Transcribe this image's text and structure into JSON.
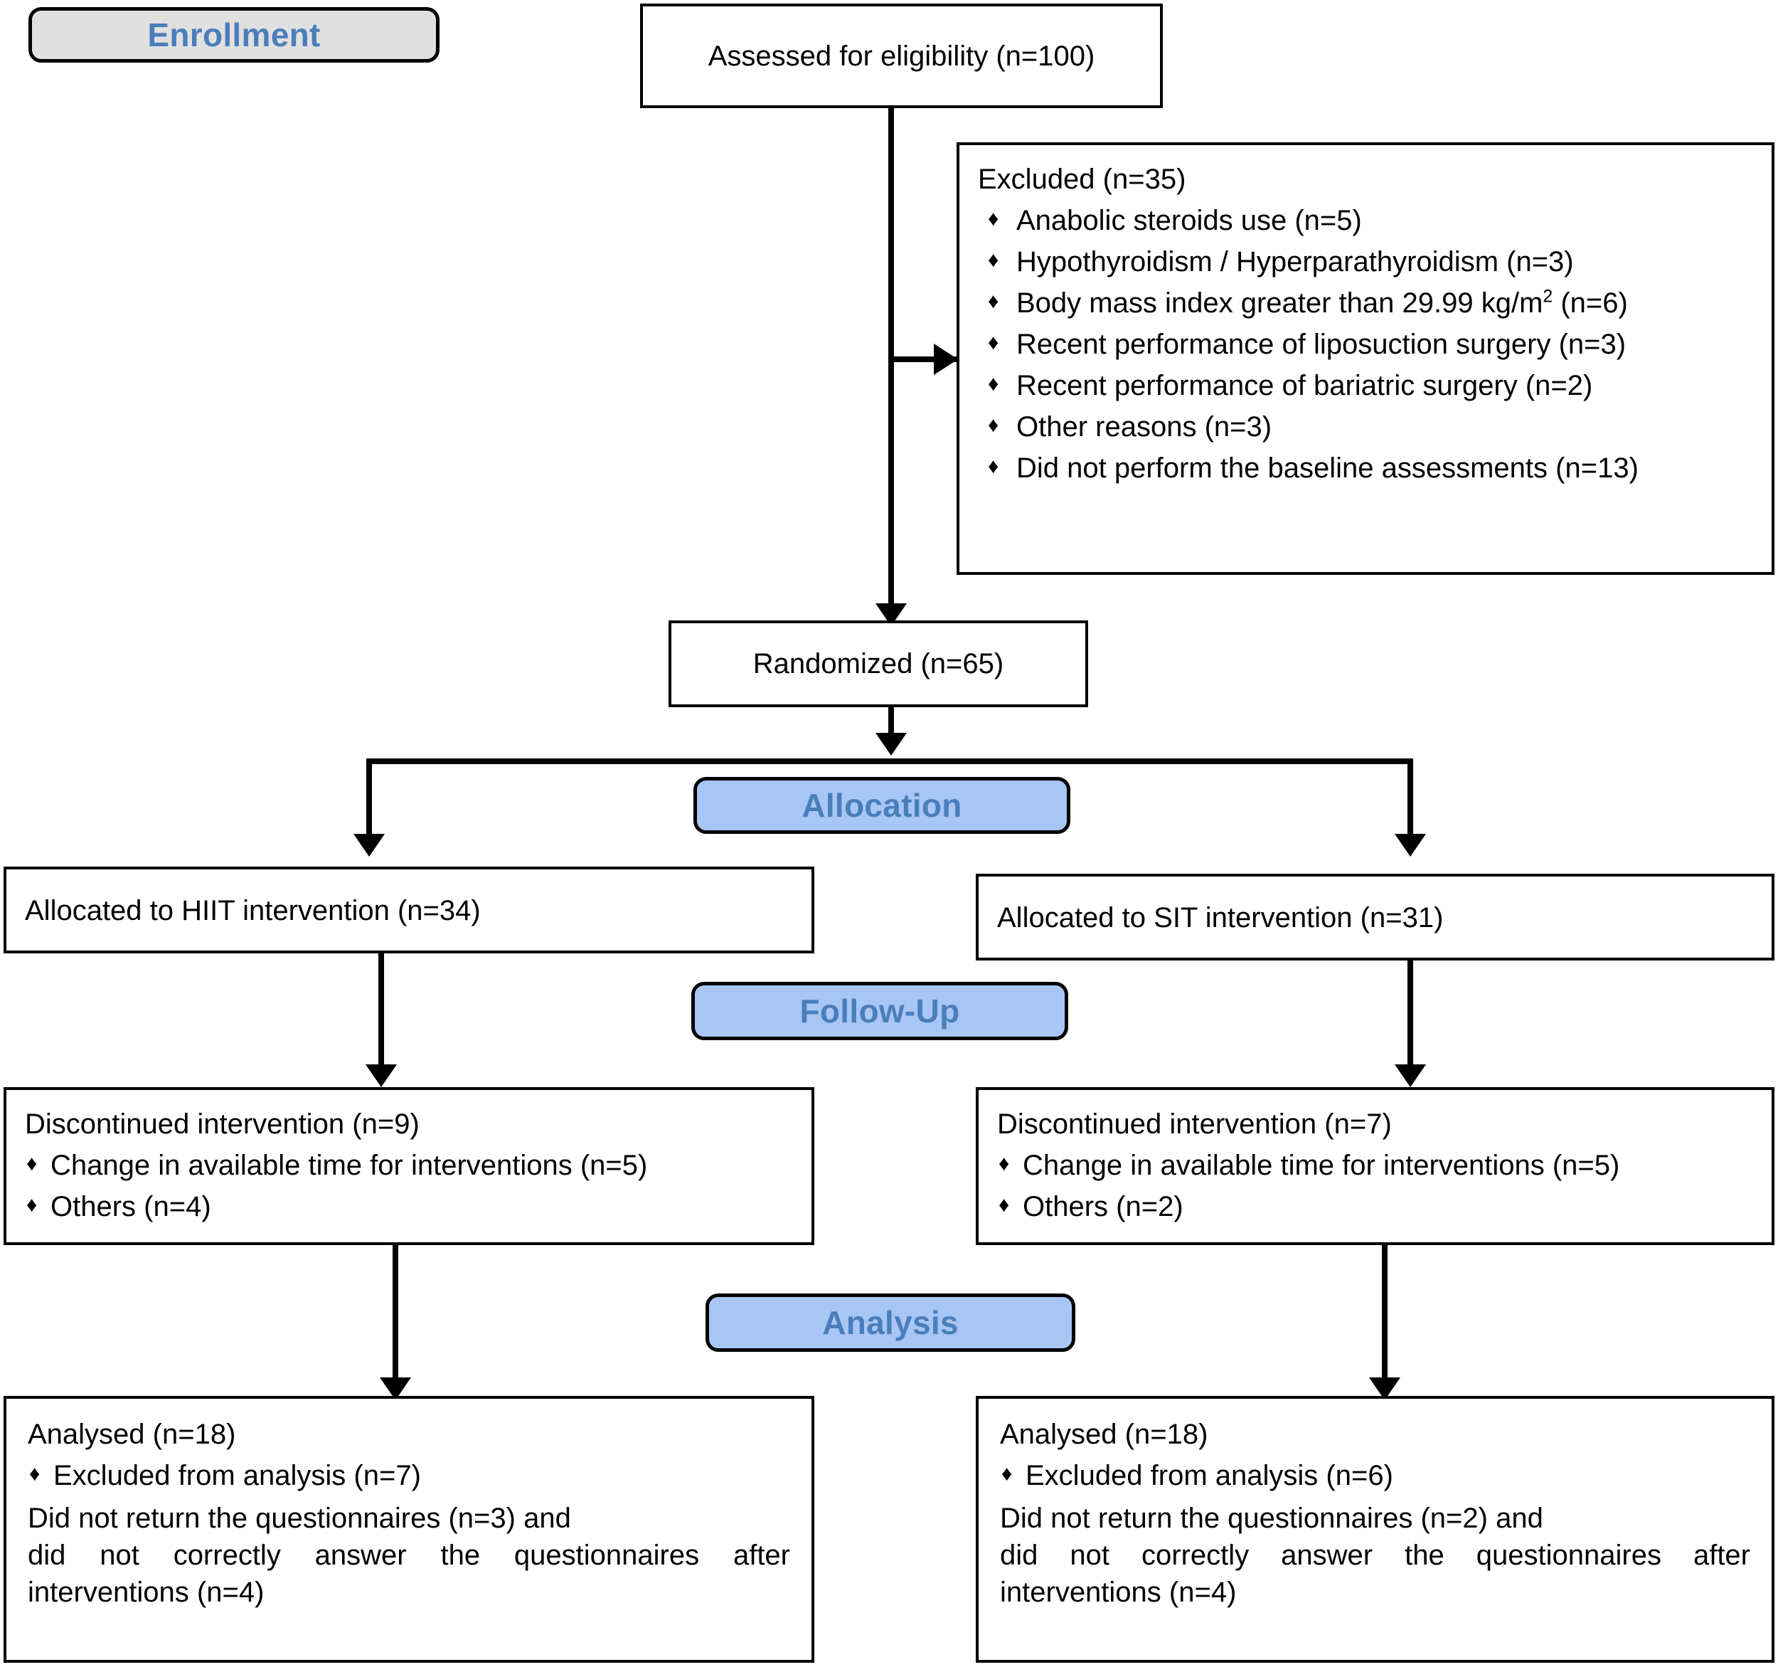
{
  "diagram": {
    "title": "CONSORT participant flow diagram",
    "colors": {
      "stage_gray_fill": "#E0E0E0",
      "stage_blue_fill": "#A8C6F5",
      "stage_text": "#4A7EBB",
      "line": "#000000",
      "box_fill": "#FFFFFF"
    },
    "bullet_glyph": "♦"
  },
  "stages": {
    "enrollment": "Enrollment",
    "allocation": "Allocation",
    "followup": "Follow-Up",
    "analysis": "Analysis"
  },
  "enrollment": {
    "assessed": "Assessed for eligibility (n=100)",
    "excluded_header": "Excluded (n=35)",
    "excluded_reasons": [
      "Anabolic steroids use (n=5)",
      "Hypothyroidism / Hyperparathyroidism (n=3)",
      "Recent performance of liposuction surgery (n=3)",
      "Recent performance of bariatric surgery (n=2)",
      "Other reasons (n=3)",
      "Did not perform the baseline assessments (n=13)"
    ],
    "excluded_bmi_pre": "Body mass index greater than 29.99 kg/m",
    "excluded_bmi_sup": "2",
    "excluded_bmi_post": " (n=6)",
    "randomized": "Randomized (n=65)"
  },
  "allocation": {
    "left": "Allocated to HIIT intervention (n=34)",
    "right": "Allocated to SIT intervention (n=31)"
  },
  "followup": {
    "left": {
      "header": "Discontinued intervention (n=9)",
      "reasons": [
        "Change in available time for interventions (n=5)",
        "Others (n=4)"
      ]
    },
    "right": {
      "header": "Discontinued intervention (n=7)",
      "reasons": [
        "Change in available time for interventions (n=5)",
        "Others (n=2)"
      ]
    }
  },
  "analysis": {
    "left": {
      "header": "Analysed (n=18)",
      "reasons": [
        "Excluded from analysis (n=7)"
      ],
      "note_line1": "Did not return the questionnaires (n=3) and",
      "note_line2": "did not correctly answer the questionnaires after",
      "note_line3": "interventions (n=4)"
    },
    "right": {
      "header": "Analysed (n=18)",
      "reasons": [
        "Excluded from analysis (n=6)"
      ],
      "note_line1": "Did not return the questionnaires (n=2) and",
      "note_line2": "did not correctly answer the questionnaires after",
      "note_line3": "interventions (n=4)"
    }
  }
}
